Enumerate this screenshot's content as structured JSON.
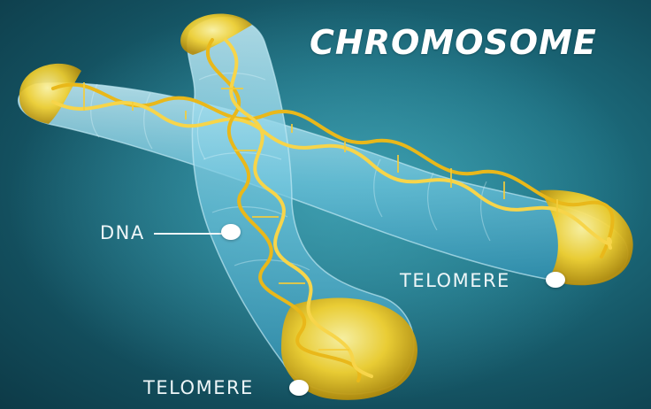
{
  "title": "CHROMOSOME",
  "labels": {
    "dna": "DNA",
    "telomere_right": "TELOMERE",
    "telomere_bottom": "TELOMERE"
  }
}
